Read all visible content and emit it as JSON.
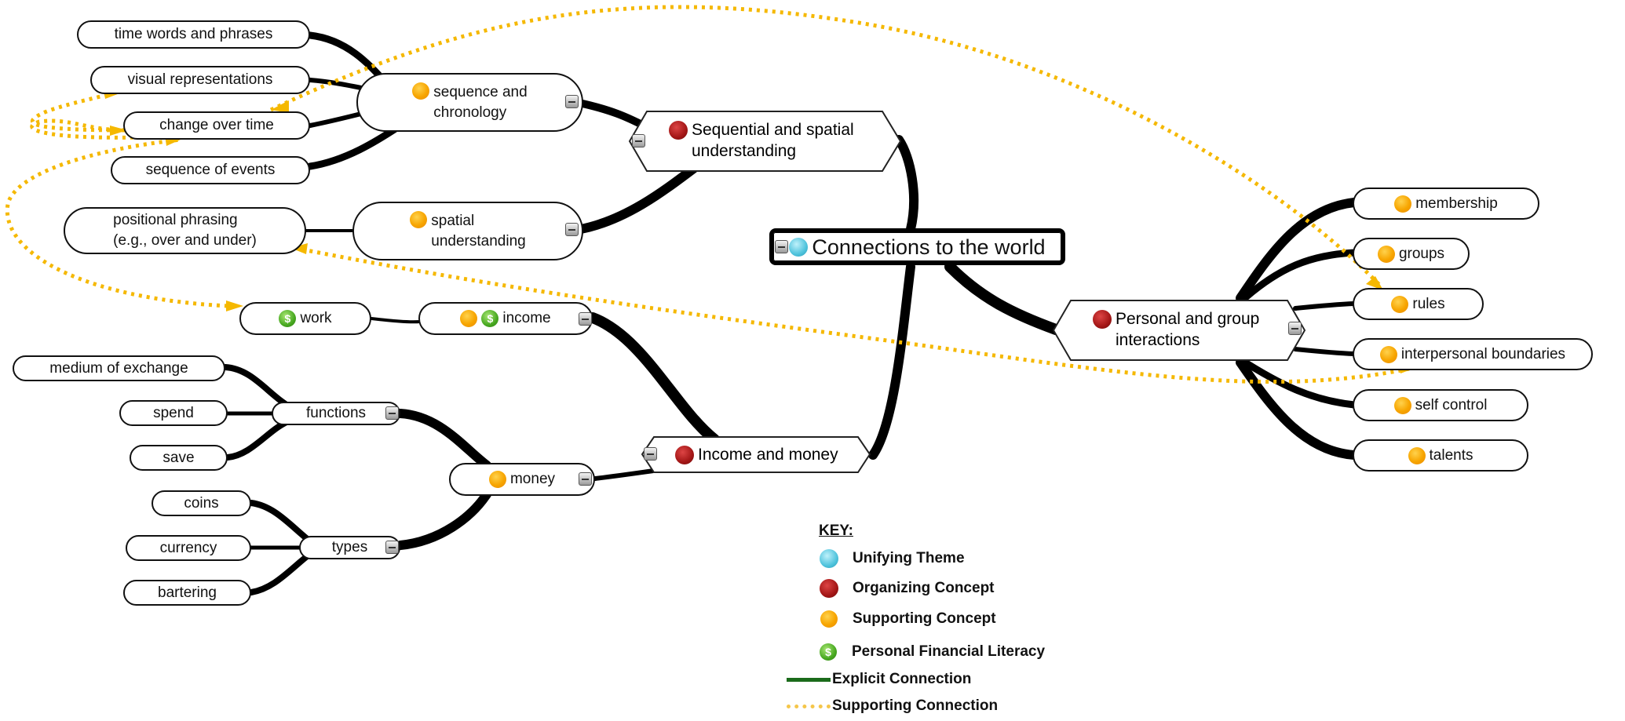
{
  "central": {
    "label": "Connections to the world",
    "icon": "unifying-theme-icon"
  },
  "organizing": {
    "sequential": {
      "line1": "Sequential and spatial",
      "line2": "understanding",
      "icon": "organizing-concept-icon"
    },
    "personal": {
      "line1": "Personal and group",
      "line2": "interactions",
      "icon": "organizing-concept-icon"
    },
    "income_money": {
      "label": "Income and money",
      "icon": "organizing-concept-icon"
    }
  },
  "supporting": {
    "sequence": {
      "line1": "sequence and",
      "line2": "chronology"
    },
    "spatial": {
      "line1": "spatial",
      "line2": "understanding"
    },
    "income": {
      "label": "income"
    },
    "money": {
      "label": "money"
    },
    "functions": {
      "label": "functions"
    },
    "types": {
      "label": "types"
    },
    "membership": {
      "label": "membership"
    },
    "groups": {
      "label": "groups"
    },
    "rules": {
      "label": "rules"
    },
    "interpersonal": {
      "label": "interpersonal boundaries"
    },
    "self_control": {
      "label": "self control"
    },
    "talents": {
      "label": "talents"
    }
  },
  "leaves": {
    "time_words": "time words and phrases",
    "visual_rep": "visual representations",
    "change_over_time": "change over time",
    "sequence_events": "sequence of events",
    "positional_line1": "positional phrasing",
    "positional_line2": "(e.g., over and under)",
    "work": "work",
    "medium": "medium of exchange",
    "spend": "spend",
    "save": "save",
    "coins": "coins",
    "currency": "currency",
    "bartering": "bartering"
  },
  "icon_glyphs": {
    "financial": "$"
  },
  "key": {
    "title": "KEY:",
    "items": [
      {
        "icon": "unifying-theme-icon",
        "label": "Unifying Theme"
      },
      {
        "icon": "organizing-concept-icon",
        "label": "Organizing Concept"
      },
      {
        "icon": "supporting-concept-icon",
        "label": "Supporting Concept"
      },
      {
        "icon": "personal-financial-literacy-icon",
        "label": "Personal Financial Literacy"
      },
      {
        "icon": "explicit-connection-line",
        "label": "Explicit Connection"
      },
      {
        "icon": "supporting-connection-line",
        "label": "Supporting Connection"
      }
    ]
  },
  "colors": {
    "explicit_connection": "#1b6b1b",
    "supporting_connection": "#f5b800",
    "branch": "#000000",
    "unifying_theme": "#4fc3dc",
    "organizing_concept": "#a31616",
    "supporting_concept": "#f7a500",
    "financial_literacy": "#47a820"
  }
}
